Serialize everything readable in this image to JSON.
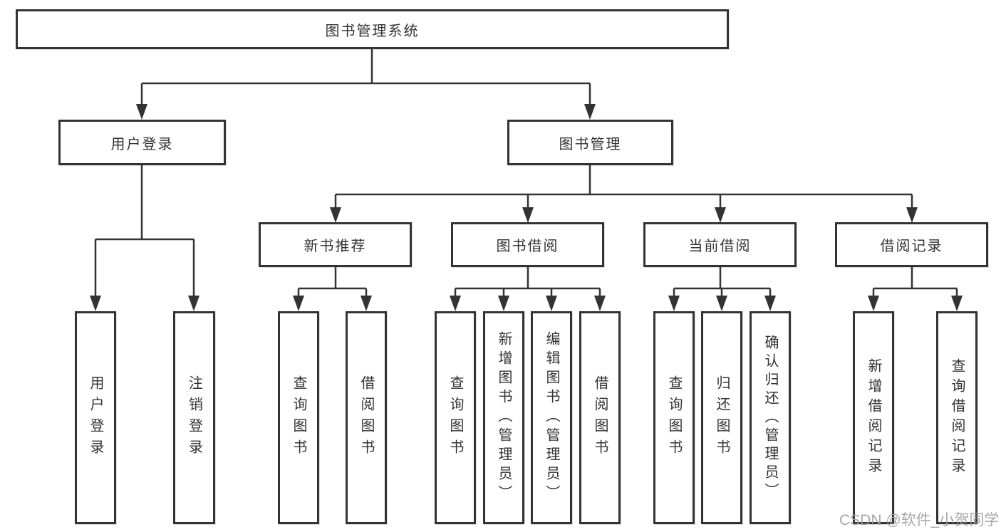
{
  "diagram": {
    "title": "图书管理系统",
    "watermark": "CSDN @软件_小贺同学",
    "colors": {
      "line": "#333333",
      "box_border": "#333333",
      "text": "#333333",
      "watermark": "#9e9e9e",
      "background": "#ffffff"
    }
  },
  "nodes": {
    "root": {
      "label": "图书管理系统"
    },
    "branches": [
      {
        "label": "用户登录"
      },
      {
        "label": "图书管理"
      }
    ],
    "modules": [
      {
        "label": "新书推荐"
      },
      {
        "label": "图书借阅"
      },
      {
        "label": "当前借阅"
      },
      {
        "label": "借阅记录"
      }
    ],
    "leaves": [
      {
        "label": "用户登录"
      },
      {
        "label": "注销登录"
      },
      {
        "label": "查询图书"
      },
      {
        "label": "借阅图书"
      },
      {
        "label": "查询图书"
      },
      {
        "label": "新增图书（管理员）"
      },
      {
        "label": "编辑图书（管理员）"
      },
      {
        "label": "借阅图书"
      },
      {
        "label": "查询图书"
      },
      {
        "label": "归还图书"
      },
      {
        "label": "确认归还（管理员）"
      },
      {
        "label": "新增借阅记录"
      },
      {
        "label": "查询借阅记录"
      }
    ]
  }
}
